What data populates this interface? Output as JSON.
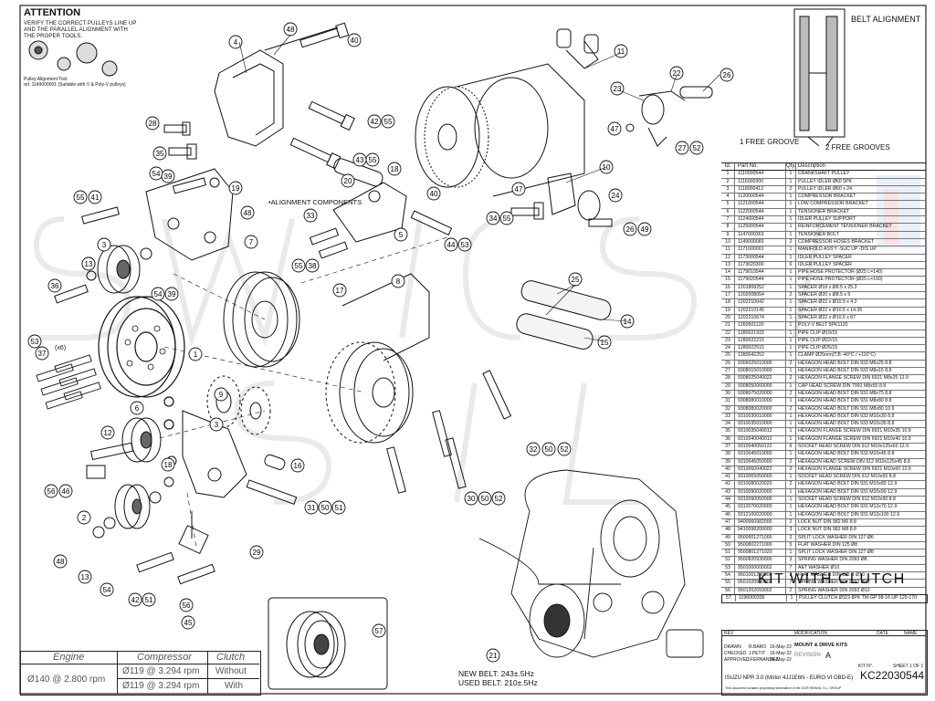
{
  "attention": {
    "title": "ATTENTION",
    "lines": [
      "VERIFY THE CORRECT PULLEYS LINE UP",
      "AND THE PARALLEL ALIGNMENT WITH",
      "THE PROPER TOOLS."
    ],
    "tool_lines": [
      "Pulley Alignment Tool",
      "ref. 1149000001 (Suitable with V & Poly-V pulleys)"
    ]
  },
  "belt_alignment": {
    "title": "BELT ALIGNMENT",
    "label_left": "1 FREE GROOVE",
    "label_right": "2 FREE GROOVES"
  },
  "alignment_components": "ALIGNMENT COMPONENTS",
  "x6": "(x6)",
  "callouts": [
    "4",
    "48",
    "40",
    "11",
    "22",
    "26",
    "23",
    "47",
    "27",
    "52",
    "28",
    "42",
    "55",
    "35",
    "43",
    "55",
    "10",
    "18",
    "54",
    "39",
    "19",
    "48",
    "20",
    "40",
    "47",
    "55",
    "41",
    "7",
    "33",
    "34",
    "55",
    "24",
    "26",
    "49",
    "13",
    "3",
    "5",
    "44",
    "53",
    "55",
    "38",
    "17",
    "8",
    "25",
    "54",
    "39",
    "13",
    "36",
    "14",
    "15",
    "53",
    "37",
    "1",
    "9",
    "6",
    "3",
    "12",
    "32",
    "50",
    "52",
    "18",
    "16",
    "2",
    "31",
    "50",
    "51",
    "56",
    "46",
    "30",
    "50",
    "52",
    "48",
    "13",
    "54",
    "29",
    "42",
    "51",
    "56",
    "45",
    "57",
    "21"
  ],
  "bom": {
    "headers": {
      "id": "Id.",
      "part": "Part No.",
      "qty": "Qty.",
      "desc": "Description"
    },
    "rows": [
      [
        "1",
        "1110000544",
        "1",
        "CRANKSHAFT PULLEY"
      ],
      [
        "2",
        "1116000300",
        "1",
        "PULLEY IDLER Ø60 5PK"
      ],
      [
        "3",
        "1118000412",
        "2",
        "PULLEY IDLER Ø60 x 24"
      ],
      [
        "4",
        "1120000544",
        "1",
        "COMPRESSOR BRACKET"
      ],
      [
        "5",
        "1121000544",
        "1",
        "LOW COMPRESSOR BRACKET"
      ],
      [
        "6",
        "1122000544",
        "1",
        "TENSIONER BRACKET"
      ],
      [
        "7",
        "1124000544",
        "1",
        "IDLER PULLEY SUPPORT"
      ],
      [
        "8",
        "1125000544",
        "1",
        "REINFORCEMENT TENSIONER BRACKET"
      ],
      [
        "9",
        "1147000363",
        "1",
        "TENSIONER BOLT"
      ],
      [
        "10",
        "1149000083",
        "2",
        "COMPRESSOR HOSES BRACKET"
      ],
      [
        "11",
        "1171000001",
        "1",
        "MANIFOLD ASS'Y -SUC UP -DIS UP"
      ],
      [
        "12",
        "1173000544",
        "1",
        "IDLER PULLEY SPACER"
      ],
      [
        "13",
        "1173020300",
        "6",
        "IDLER PULLEY SPACER"
      ],
      [
        "14",
        "1179010544",
        "1",
        "PIPE HOSE PROTECTOR (Ø25 L=140)"
      ],
      [
        "15",
        "1179020544",
        "1",
        "PIPE HOSE PROTECTOR (Ø25 L=100)"
      ],
      [
        "16",
        "1201808252",
        "1",
        "SPACER Ø18 x Ø8.5 x 25.2"
      ],
      [
        "17",
        "1202008054",
        "2",
        "SPACER Ø20 x Ø8.5 x 5"
      ],
      [
        "18",
        "1202210042",
        "1",
        "SPACER Ø22 x Ø10.5 x 4.2"
      ],
      [
        "19",
        "1202210145",
        "1",
        "SPACER Ø22 x Ø10.5 x 14.35"
      ],
      [
        "20",
        "1202210674",
        "1",
        "SPACER Ø22 x Ø10.5 x 67"
      ],
      [
        "21",
        "1260501120",
        "1",
        "POLY-V BELT 5PK1120"
      ],
      [
        "22",
        "1280021915",
        "1",
        "PIPE CLIP Ø19/15"
      ],
      [
        "23",
        "1280022215",
        "1",
        "PIPE CLIP Ø22/15"
      ],
      [
        "24",
        "1280022515",
        "1",
        "PIPE CLIP Ø25/15"
      ],
      [
        "25",
        "1280042252",
        "1",
        "CLAMP Ø25mm(T.B -40°C / +110°C)"
      ],
      [
        "26",
        "9306025010000",
        "2",
        "HEXAGON HEAD BOLT DIN 933 M6x25 8.8"
      ],
      [
        "27",
        "9308015010000",
        "1",
        "HEXAGON HEAD BOLT DIN 933 M8x15 8.8"
      ],
      [
        "28",
        "9308025040022",
        "2",
        "HEXAGON FLANGE SCREW DIN 6921 M8x25 12.9"
      ],
      [
        "29",
        "9308050060000",
        "1",
        "CAP HEAD SCREW DIN 7991 M8x50 8.8"
      ],
      [
        "30",
        "9308075020000",
        "2",
        "HEXAGON HEAD BOLT DIN 931 M8x75 8.8"
      ],
      [
        "31",
        "9308080010000",
        "1",
        "HEXAGON HEAD BOLT DIN 931 M8x80 8.8"
      ],
      [
        "32",
        "9308080020000",
        "2",
        "HEXAGON HEAD BOLT DIN 931 M8x80 10.9"
      ],
      [
        "33",
        "9310030010000",
        "1",
        "HEXAGON HEAD BOLT DIN 933 M10x30 8.8"
      ],
      [
        "34",
        "9310035010000",
        "1",
        "HEXAGON HEAD BOLT DIN 933 M10x35 8.8"
      ],
      [
        "35",
        "9310035040012",
        "1",
        "HEXAGON FLANGE SCREW DIN 6921 M10x35 10.9"
      ],
      [
        "36",
        "9310040040012",
        "1",
        "HEXAGON FLANGE SCREW DIN 6921 M10x40 10.9"
      ],
      [
        "37",
        "9310040050122",
        "6",
        "SOCKET HEAD SCREW DIN 912 M10x125x60 12.9"
      ],
      [
        "38",
        "9310045010000",
        "1",
        "HEXAGON HEAD BOLT DIN 933 M10x45 8.8"
      ],
      [
        "39",
        "9310045050000",
        "2",
        "HEXAGON HEAD SCREW DIN 912 M10x125x45 8.8"
      ],
      [
        "40",
        "9310060040022",
        "2",
        "HEXAGON FLANGE SCREW DIN 6921 M10x60 12.9"
      ],
      [
        "41",
        "9310065050000",
        "1",
        "SOCKET HEAD SCREW DIN 912 M10x65 8.8"
      ],
      [
        "42",
        "9310080020020",
        "2",
        "HEXAGON HEAD BOLT DIN 931 M10x80 12.9"
      ],
      [
        "43",
        "9310090020000",
        "1",
        "HEXAGON HEAD BOLT DIN 931 M10x90 12.9"
      ],
      [
        "44",
        "9310090050000",
        "1",
        "SOCKET HEAD SCREW DIN 912 M10x90 8.8"
      ],
      [
        "45",
        "9312070020000",
        "1",
        "HEXAGON HEAD BOLT DIN 931 M12x70 12.9"
      ],
      [
        "46",
        "9312100020000",
        "1",
        "HEXAGON HEAD BOLT DIN 931 M12x100 12.9"
      ],
      [
        "47",
        "9400060982000",
        "2",
        "LOCK NUT DIN 982 M6 8.8"
      ],
      [
        "48",
        "9410098200000",
        "3",
        "LOCK NUT DIN 982 M8 8.8"
      ],
      [
        "49",
        "9500601271000",
        "2",
        "SPLIT LOCK WASHER DIN 127 Ø6"
      ],
      [
        "50",
        "9500802271000",
        "5",
        "FLAT WASHER DIN 125 Ø8"
      ],
      [
        "51",
        "9500801271020",
        "1",
        "SPLIT LOCK WASHER DIN 127 Ø8"
      ],
      [
        "52",
        "9500820930000",
        "3",
        "SPRING WASHER DIN 2093 Ø8"
      ],
      [
        "53",
        "9501000000002",
        "7",
        "AET WASHER Ø10"
      ],
      [
        "54",
        "9501001250000",
        "2",
        "FLAT WASHER DIN 125 B Ø10"
      ],
      [
        "55",
        "9501020930002",
        "7",
        "SPRING WASHER DIN 2093 Ø10"
      ],
      [
        "56",
        "9501202093002",
        "2",
        "SPRING WASHER DIN 2093 Ø12"
      ]
    ]
  },
  "kit_title": "KIT WITH CLUTCH",
  "clutch_row": [
    "57",
    "1196000300",
    "1",
    "PULLEY CLUTCH Ø119 8PK TM-GP 08-16 UP 120-170"
  ],
  "title_block": {
    "rev": "REV",
    "modification": "MODIFICATION",
    "date": "DATE",
    "name": "NAME",
    "drawn": "DRAWN",
    "checked": "CHECKED",
    "approved": "APPROVED",
    "drawn_by": "R.BARO",
    "checked_by": "J.PETIT",
    "approved_by": "J.FERNANDEZ",
    "drawn_date": "16-May-22",
    "checked_date": "16-May-22",
    "approved_date": "16-May-22",
    "kit_type": "MOUNT & DRIVE KITS",
    "revision_label": "REVISION",
    "revision_value": "A",
    "kit_no_label": "KIT N°.",
    "sheet_label": "SHEET 1 OF 1",
    "kit_code": "KC22030544",
    "vehicle": "ISUZU NPR 3.0 (Motor 4JJ1E6N - EURO VI OBD-E)",
    "copyright": "This document contains proprietary information of the GOR HEMAN, S.L. GROUP"
  },
  "engine_table": {
    "headers": [
      "Engine",
      "Compressor",
      "Clutch"
    ],
    "engine_value": "Ø140 @ 2.800 rpm",
    "rows": [
      [
        "Ø119 @ 3.294 rpm",
        "Without"
      ],
      [
        "Ø119 @ 3.294 rpm",
        "With"
      ]
    ]
  },
  "belt_lengths": {
    "new": "NEW BELT: 243±.5Hz",
    "used": "USED BELT: 210±.5Hz"
  }
}
